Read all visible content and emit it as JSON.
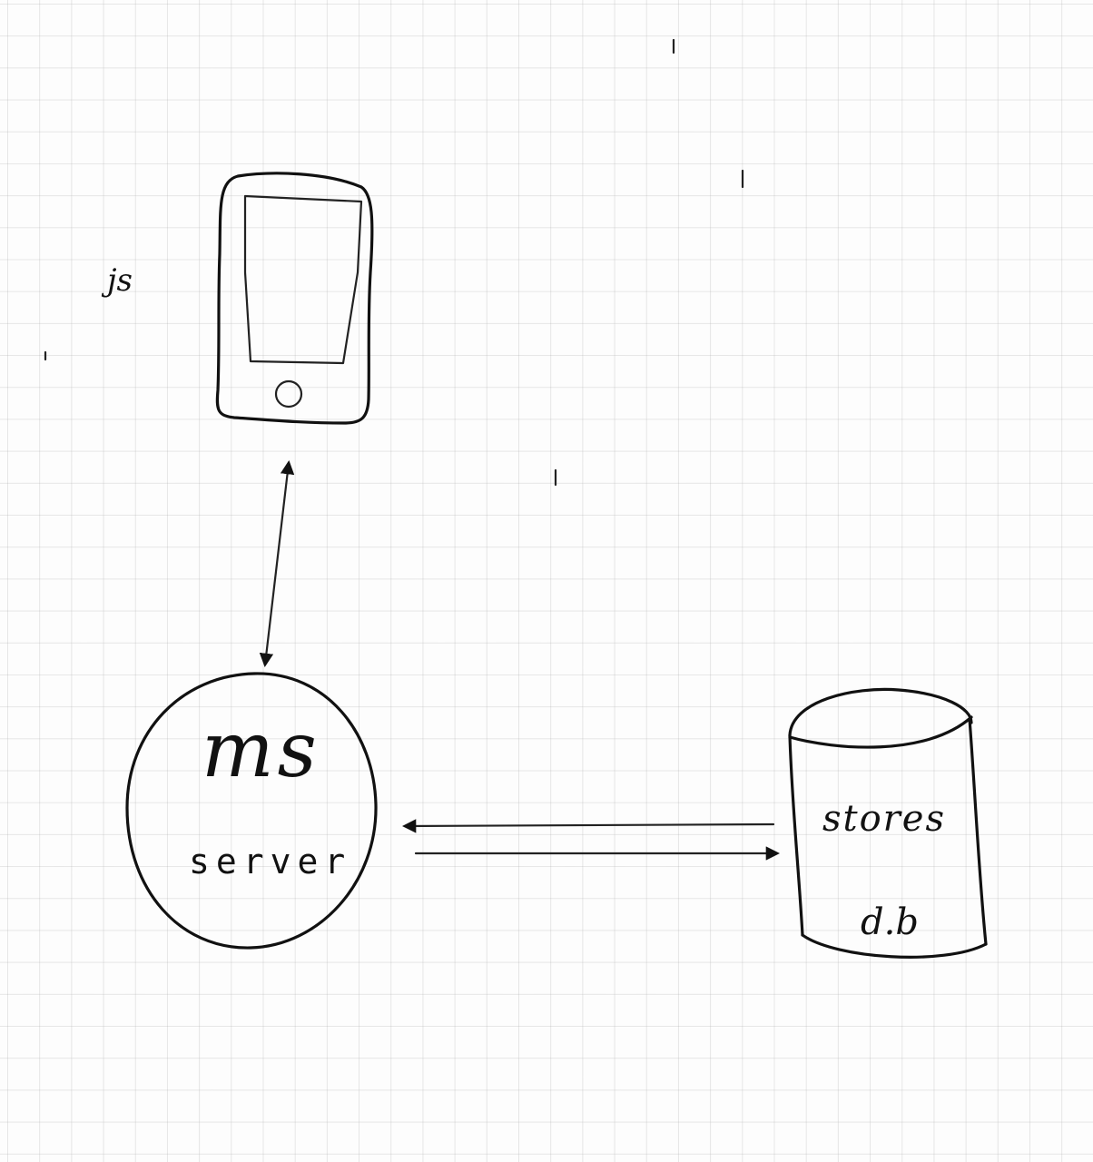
{
  "diagram": {
    "client": {
      "label": "js",
      "icon": "smartphone-icon"
    },
    "server": {
      "title": "ms",
      "subtitle": "server"
    },
    "database": {
      "line1": "stores",
      "line2": "d.b"
    },
    "connections": [
      {
        "from": "client",
        "to": "server",
        "direction": "bidirectional"
      },
      {
        "from": "database",
        "to": "server",
        "direction": "one-way"
      },
      {
        "from": "server",
        "to": "database",
        "direction": "one-way"
      }
    ]
  }
}
